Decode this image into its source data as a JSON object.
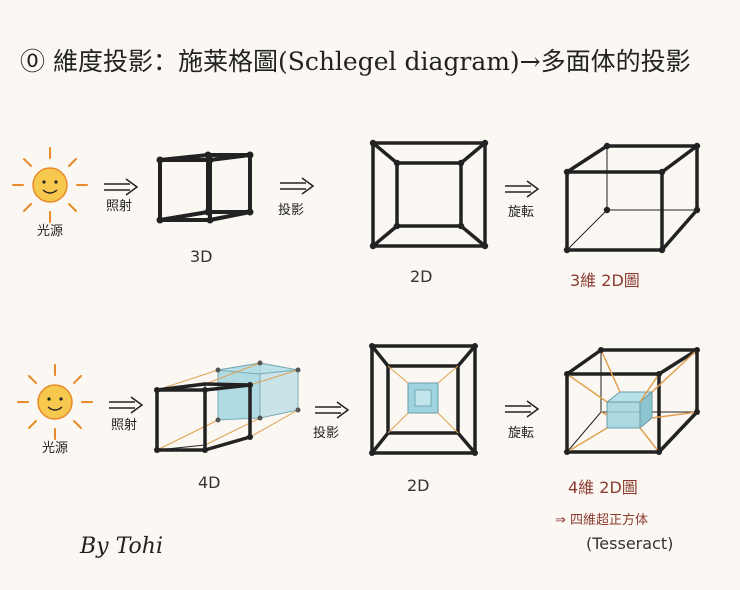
{
  "title": "⓪ 維度投影：施莱格圖(Schlegel diagram)→多面体的投影",
  "row1": {
    "light_label": "光源",
    "arrow1_label": "照射",
    "arrow2_label": "投影",
    "arrow3_label": "旋転",
    "caption_3d": "3D",
    "caption_2d": "2D",
    "caption_result": "3維 2D圖"
  },
  "row2": {
    "light_label": "光源",
    "arrow1_label": "照射",
    "arrow2_label": "投影",
    "arrow3_label": "旋転",
    "caption_4d": "4D",
    "caption_2d": "2D",
    "caption_result": "4維 2D圖",
    "note_line1": "⇒ 四維超正方体",
    "note_line2": "(Tesseract)"
  },
  "signature": "By Tohi",
  "colors": {
    "ink": "#222222",
    "accent_red": "#8b3a2e",
    "sun_fill": "#f6c94e",
    "sun_rays": "#e88a2a",
    "cyan_fill": "#9fd3df",
    "orange_edge": "#e0a050",
    "background": "#fbf8f4"
  }
}
